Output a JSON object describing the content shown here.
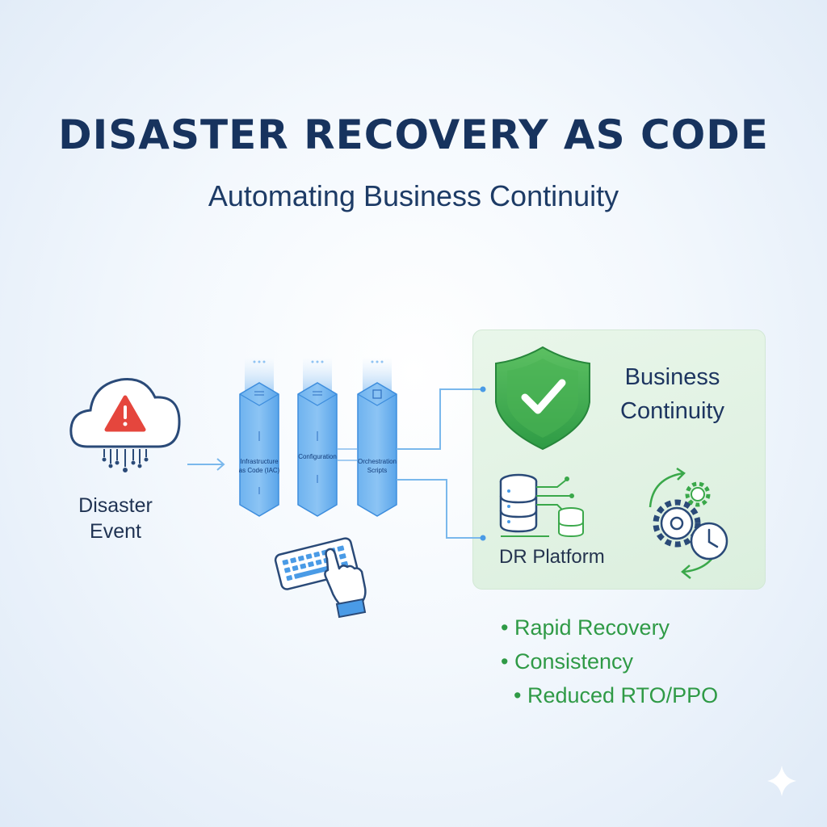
{
  "title": "DISASTER RECOVERY AS CODE",
  "subtitle": "Automating Business Continuity",
  "disaster": {
    "label_line1": "Disaster",
    "label_line2": "Event",
    "icon": "cloud-warning-icon"
  },
  "columns": [
    {
      "label_line1": "Infrastructure",
      "label_line2": "as Code (IAC)"
    },
    {
      "label_line1": "Configuration",
      "label_line2": ""
    },
    {
      "label_line1": "Orchestration",
      "label_line2": "Scripts"
    }
  ],
  "keyboard_icon": "keyboard-hand-icon",
  "business_continuity": {
    "label_line1": "Business",
    "label_line2": "Continuity",
    "icon": "shield-check-icon"
  },
  "dr_platform": {
    "label": "DR Platform",
    "icons": [
      "database-server-icon",
      "gears-clock-icon"
    ]
  },
  "benefits": [
    "Rapid Recovery",
    "Consistency",
    "Reduced RTO/PPO"
  ],
  "colors": {
    "title": "#17335e",
    "column_blue": "#4a9be6",
    "shield_green": "#3aa84a",
    "benefit_green": "#2f9a46",
    "alert_red": "#e5463d",
    "panel_green": "#e3f3e5"
  }
}
